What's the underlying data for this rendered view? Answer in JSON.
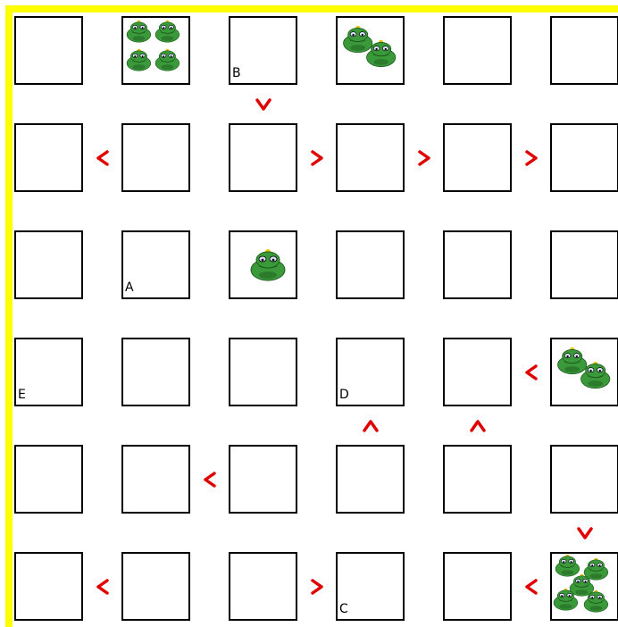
{
  "board": {
    "rows": 6,
    "cols": 6,
    "border_color": "#ffff00",
    "arrow_color": "#e00000",
    "frog_color": "#3a9a3a"
  },
  "labels": {
    "B": "B",
    "A": "A",
    "E": "E",
    "D": "D",
    "C": "C"
  },
  "cells": [
    {
      "r": 0,
      "c": 0,
      "frogs": 0
    },
    {
      "r": 0,
      "c": 1,
      "frogs": 4
    },
    {
      "r": 0,
      "c": 2,
      "frogs": 0,
      "label": "B"
    },
    {
      "r": 0,
      "c": 3,
      "frogs": 2
    },
    {
      "r": 0,
      "c": 4,
      "frogs": 0
    },
    {
      "r": 0,
      "c": 5,
      "frogs": 0
    },
    {
      "r": 1,
      "c": 0,
      "frogs": 0
    },
    {
      "r": 1,
      "c": 1,
      "frogs": 0
    },
    {
      "r": 1,
      "c": 2,
      "frogs": 0
    },
    {
      "r": 1,
      "c": 3,
      "frogs": 0
    },
    {
      "r": 1,
      "c": 4,
      "frogs": 0
    },
    {
      "r": 1,
      "c": 5,
      "frogs": 0
    },
    {
      "r": 2,
      "c": 0,
      "frogs": 0
    },
    {
      "r": 2,
      "c": 1,
      "frogs": 0,
      "label": "A"
    },
    {
      "r": 2,
      "c": 2,
      "frogs": 1
    },
    {
      "r": 2,
      "c": 3,
      "frogs": 0
    },
    {
      "r": 2,
      "c": 4,
      "frogs": 0
    },
    {
      "r": 2,
      "c": 5,
      "frogs": 0
    },
    {
      "r": 3,
      "c": 0,
      "frogs": 0,
      "label": "E"
    },
    {
      "r": 3,
      "c": 1,
      "frogs": 0
    },
    {
      "r": 3,
      "c": 2,
      "frogs": 0
    },
    {
      "r": 3,
      "c": 3,
      "frogs": 0,
      "label": "D"
    },
    {
      "r": 3,
      "c": 4,
      "frogs": 0
    },
    {
      "r": 3,
      "c": 5,
      "frogs": 2
    },
    {
      "r": 4,
      "c": 0,
      "frogs": 0
    },
    {
      "r": 4,
      "c": 1,
      "frogs": 0
    },
    {
      "r": 4,
      "c": 2,
      "frogs": 0
    },
    {
      "r": 4,
      "c": 3,
      "frogs": 0
    },
    {
      "r": 4,
      "c": 4,
      "frogs": 0
    },
    {
      "r": 4,
      "c": 5,
      "frogs": 0
    },
    {
      "r": 5,
      "c": 0,
      "frogs": 0
    },
    {
      "r": 5,
      "c": 1,
      "frogs": 0
    },
    {
      "r": 5,
      "c": 2,
      "frogs": 0
    },
    {
      "r": 5,
      "c": 3,
      "frogs": 0,
      "label": "C"
    },
    {
      "r": 5,
      "c": 4,
      "frogs": 0
    },
    {
      "r": 5,
      "c": 5,
      "frogs": 5
    }
  ],
  "arrows": [
    {
      "from": [
        0,
        2
      ],
      "dir": "down"
    },
    {
      "from": [
        1,
        1
      ],
      "dir": "left"
    },
    {
      "from": [
        1,
        2
      ],
      "dir": "right"
    },
    {
      "from": [
        1,
        3
      ],
      "dir": "right"
    },
    {
      "from": [
        1,
        4
      ],
      "dir": "right"
    },
    {
      "from": [
        3,
        5
      ],
      "dir": "left"
    },
    {
      "from": [
        4,
        3
      ],
      "dir": "up"
    },
    {
      "from": [
        4,
        4
      ],
      "dir": "up"
    },
    {
      "from": [
        4,
        2
      ],
      "dir": "left"
    },
    {
      "from": [
        4,
        5
      ],
      "dir": "down"
    },
    {
      "from": [
        5,
        1
      ],
      "dir": "left"
    },
    {
      "from": [
        5,
        2
      ],
      "dir": "right"
    },
    {
      "from": [
        5,
        5
      ],
      "dir": "left"
    }
  ]
}
